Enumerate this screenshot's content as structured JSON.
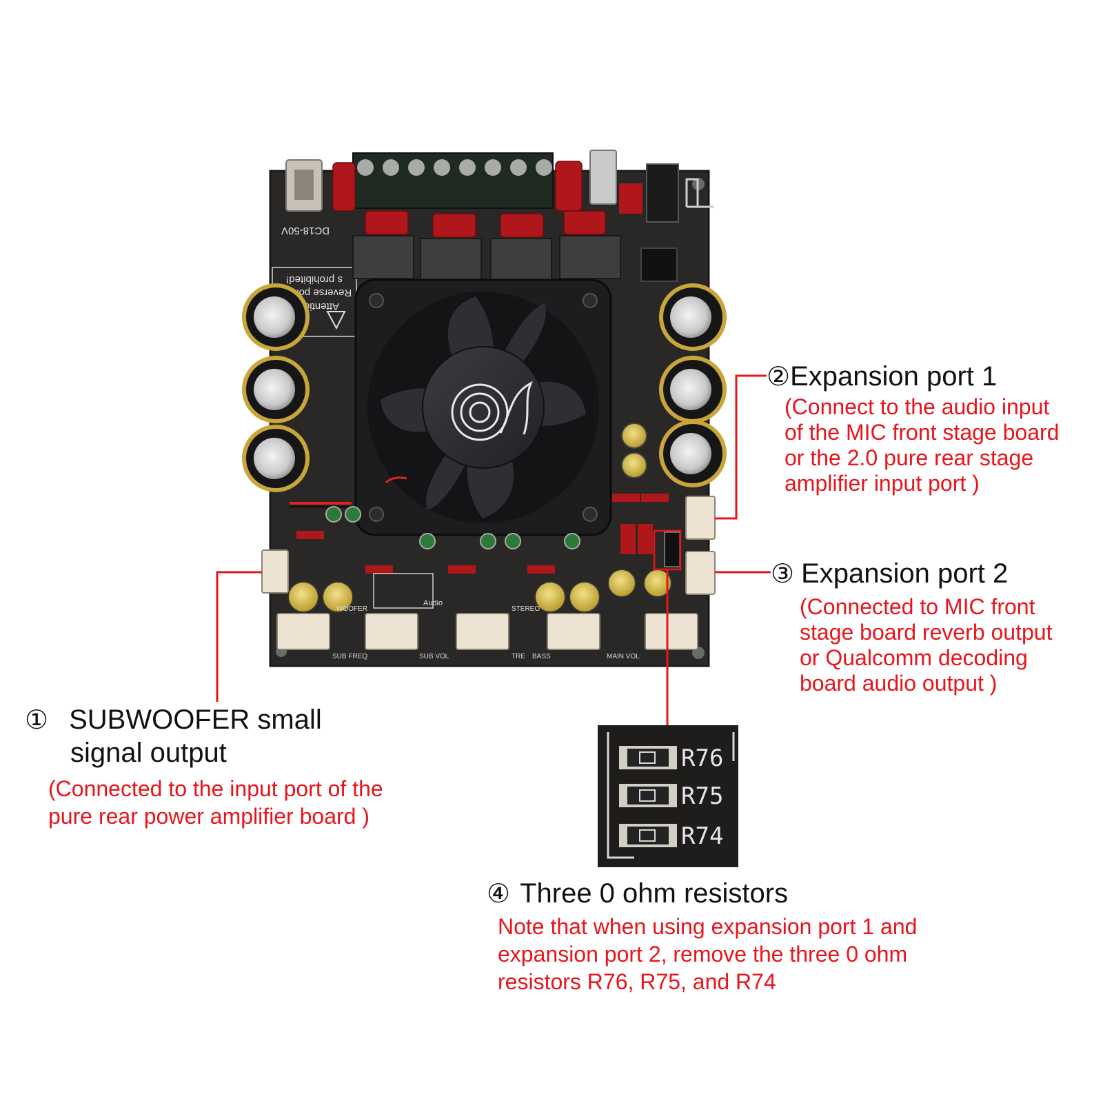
{
  "callouts": {
    "c1": {
      "number": "①",
      "title_line1": "SUBWOOFER small",
      "title_line2": "signal output",
      "desc_lines": [
        "(Connected to the input port of the",
        "pure rear power amplifier board )"
      ]
    },
    "c2": {
      "number": "②",
      "title": "Expansion port 1",
      "desc_lines": [
        "(Connect to the audio input",
        "of the MIC front stage board",
        "or the 2.0 pure rear stage",
        "amplifier input port )"
      ]
    },
    "c3": {
      "number": "③",
      "title": "Expansion port 2",
      "desc_lines": [
        "(Connected to MIC front",
        "stage board reverb output",
        "or Qualcomm decoding",
        "board audio output )"
      ]
    },
    "c4": {
      "number": "④",
      "title": "Three 0 ohm resistors",
      "desc_lines": [
        "Note that when using expansion port 1 and",
        "expansion port 2, remove the three 0 ohm",
        "resistors R76, R75, and R74"
      ]
    }
  },
  "board": {
    "power_label": "DC18-50V",
    "warning_lines": [
      "Attention p",
      "Reverse polarity",
      "s prohibited!"
    ],
    "port_labels": [
      "WOOFER",
      "SUB FREQ",
      "SUB VOL",
      "Audio",
      "STEREO",
      "TRE",
      "BASS",
      "MAIN VOL"
    ]
  },
  "inset": {
    "resistors": [
      "R76",
      "R75",
      "R74"
    ]
  },
  "colors": {
    "leader_line": "#e8141b",
    "description_text": "#e8141b",
    "pcb": "#2a2826",
    "heatsink": "#1d1d1f"
  }
}
